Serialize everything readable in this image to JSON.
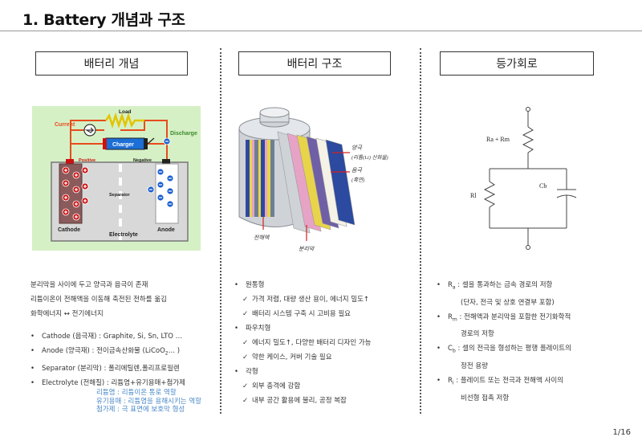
{
  "page": {
    "title": "1. Battery 개념과 구조",
    "page_number": "1/16"
  },
  "headers": {
    "concept": "배터리 개념",
    "structure": "배터리 구조",
    "equivalent": "등가회로"
  },
  "figure_concept": {
    "load": "Load",
    "current": "Current",
    "discharge": "Discharge",
    "charger": "Charger",
    "positive": "Positive",
    "negative": "Negative",
    "separator": "Separator",
    "cathode": "Cathode",
    "electrolyte": "Electrolyte",
    "anode": "Anode",
    "colors": {
      "background": "#d6f0c6",
      "electrolyte": "#d8d8d8",
      "positive": "#cc1111",
      "negative": "#1a5fd0",
      "charger": "#1b6fd6",
      "load": "#e2c400",
      "wire": "#e74c1c"
    }
  },
  "figure_structure": {
    "label_positive": "양극",
    "label_positive_detail": "(리튬(Li) 산화물)",
    "label_negative": "음극",
    "label_negative_detail": "(흑연)",
    "label_electrolyte": "전해액",
    "label_separator": "분리막"
  },
  "figure_circuit": {
    "ra_rm": "Ra + Rm",
    "rl": "Rl",
    "cb": "Cb"
  },
  "concept_text": {
    "lines": [
      "분리막을 사이에 두고 양극과 음극이 존재",
      "리튬이온이 전해액을 이동해 축전된 전하를 옮김",
      "화학에너지 ↔ 전기에너지"
    ],
    "bullets": [
      "Cathode (음극재) : Graphite, Si, Sn, LTO …",
      "Anode (양극재) : 전이금속산화물 (LiCoO",
      "Separator (분리막) : 폴리에틸렌,폴리프로필렌",
      "Electrolyte (전해질) : 리튬염+유기용매+첨가제"
    ],
    "anode_sub": "2",
    "anode_tail": "… )",
    "notes": [
      "리튬염 : 리튬이온 통로 역할",
      "유기용매 : 리튬염을 용해시키는 역할",
      "첨가제 : 극 표면에 보호막 형성"
    ]
  },
  "structure_text": {
    "groups": [
      {
        "title": "원통형",
        "items": [
          "가격 저렴, 대량 생산 용이, 에너지 밀도↑",
          "배터리 시스템 구축 시 고비용 필요"
        ]
      },
      {
        "title": "파우치형",
        "items": [
          "에너지 밀도↑, 다양한 배터리 디자인 가능",
          "약한 케이스, 커버 기술 필요"
        ]
      },
      {
        "title": "각형",
        "items": [
          "외부 충격에 강함",
          "내부 공간 활용에 불리, 공정 복잡"
        ]
      }
    ]
  },
  "circuit_text": {
    "ra": {
      "sym": "R",
      "sub": "a",
      "desc": " : 셀을 통과하는 금속 경로의 저항",
      "cont": "(단자, 전극 및 상호 연결부 포함)"
    },
    "rm": {
      "sym": "R",
      "sub": "m",
      "desc": " : 전해액과 분리막을 포함한 전기화학적",
      "cont": "경로의 저항"
    },
    "cb": {
      "sym": "C",
      "sub": "b",
      "desc": " : 셀의 전극을 형성하는 평행 플레이트의",
      "cont": "정전 용량"
    },
    "ri": {
      "sym": "R",
      "sub": "i",
      "desc": " : 플레이트 또는 전극과 전해액 사이의",
      "cont": "비선형 접촉 저항"
    }
  }
}
